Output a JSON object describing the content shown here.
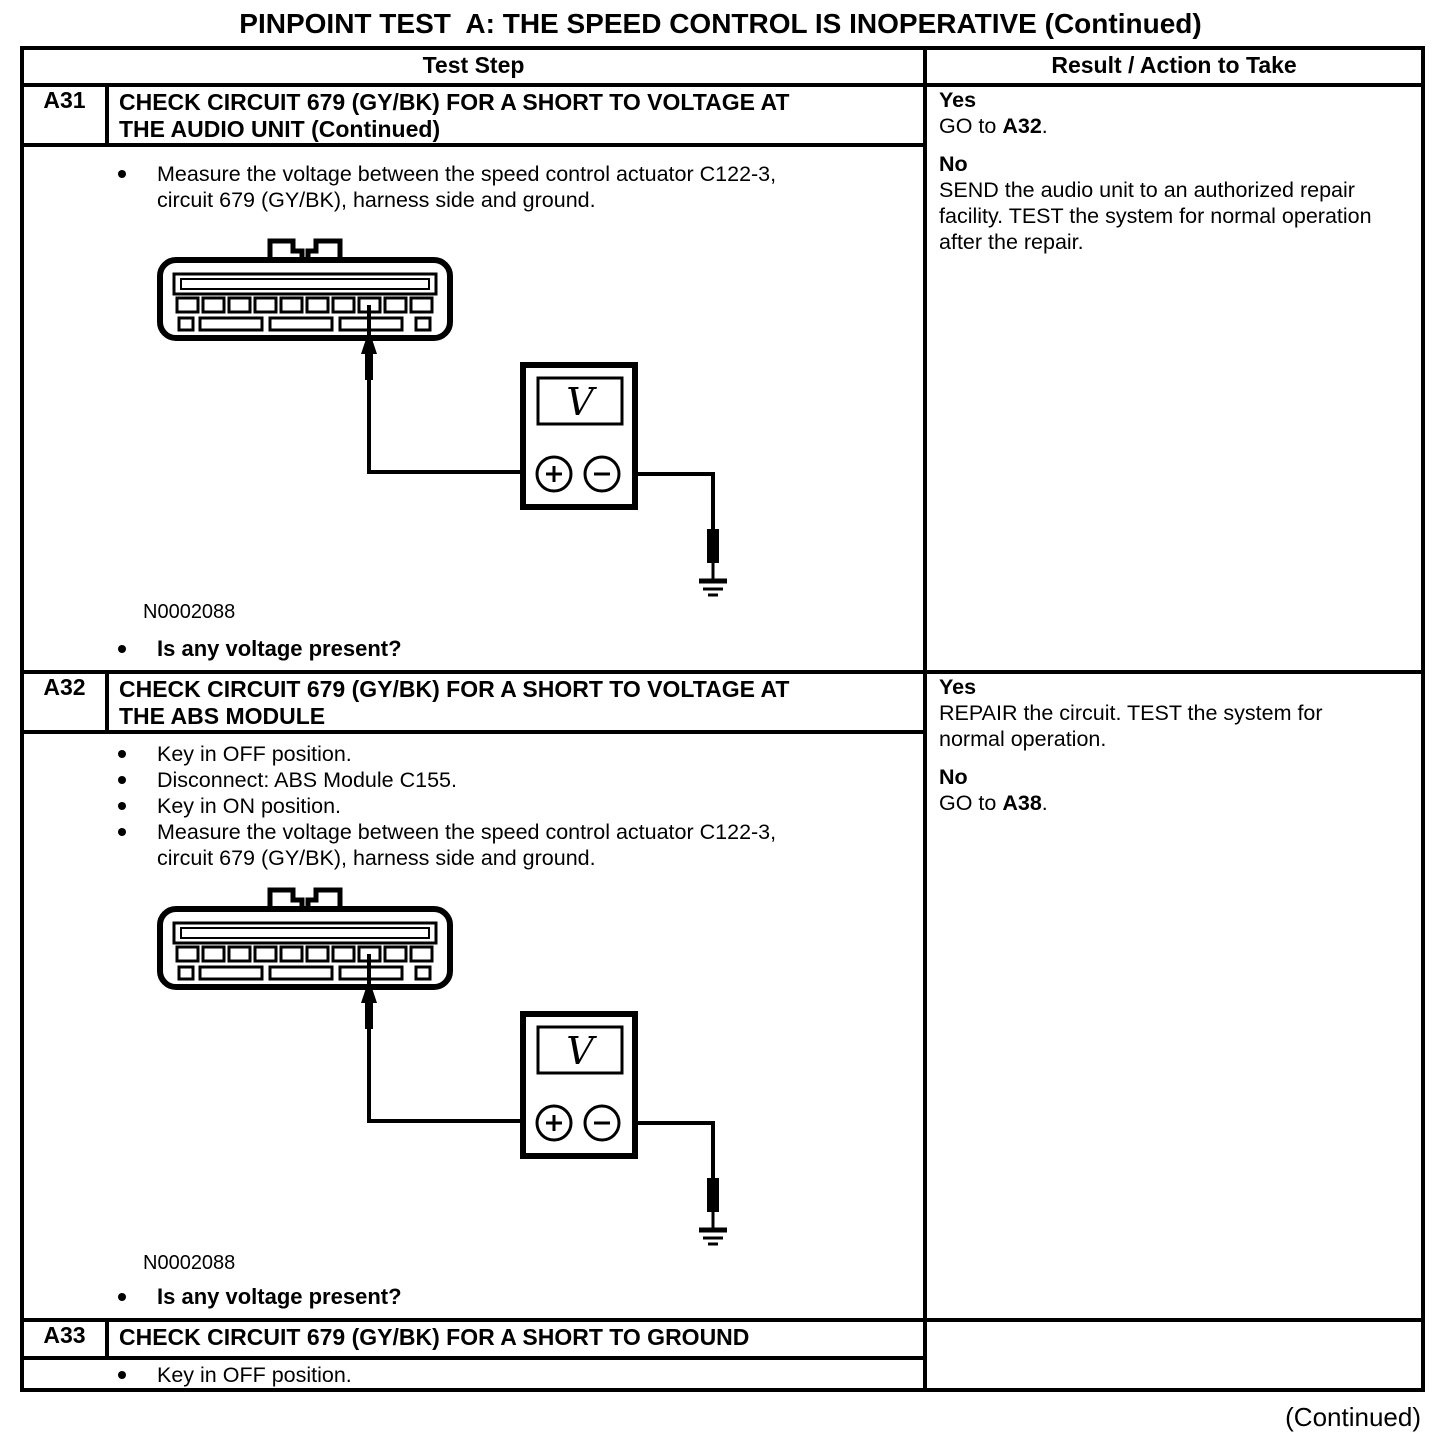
{
  "title": "PINPOINT TEST  A: THE SPEED CONTROL IS INOPERATIVE (Continued)",
  "table": {
    "col1_header": "Test Step",
    "col2_header": "Result / Action to Take"
  },
  "steps": [
    {
      "id": "A31",
      "title": "CHECK CIRCUIT 679 (GY/BK) FOR A SHORT TO VOLTAGE AT THE AUDIO UNIT (Continued)",
      "bullets": [
        "Measure the voltage between the speed control actuator C122-3, circuit 679 (GY/BK), harness side and ground."
      ],
      "figure_label": "N0002088",
      "question": "Is any voltage present?",
      "result": {
        "yes_label": "Yes",
        "yes_goto_prefix": "GO to ",
        "yes_goto_target": "A32",
        "yes_goto_suffix": ".",
        "no_label": "No",
        "no_text": "SEND the audio unit to an authorized repair facility. TEST the system for normal operation after the repair."
      }
    },
    {
      "id": "A32",
      "title": "CHECK CIRCUIT 679 (GY/BK) FOR A SHORT TO VOLTAGE AT THE ABS MODULE",
      "bullets": [
        "Key in OFF position.",
        "Disconnect: ABS Module C155.",
        "Key in ON position.",
        "Measure the voltage between the speed control actuator C122-3, circuit 679 (GY/BK), harness side and ground."
      ],
      "figure_label": "N0002088",
      "question": "Is any voltage present?",
      "result": {
        "yes_label": "Yes",
        "yes_text": "REPAIR the circuit. TEST the system for normal operation.",
        "no_label": "No",
        "no_goto_prefix": "GO to ",
        "no_goto_target": "A38",
        "no_goto_suffix": "."
      }
    },
    {
      "id": "A33",
      "title": "CHECK CIRCUIT 679 (GY/BK) FOR A SHORT TO GROUND",
      "bullets": [
        "Key in OFF position."
      ]
    }
  ],
  "diagram": {
    "meter_symbol": "V"
  },
  "footer": {
    "continued": "(Continued)"
  },
  "colors": {
    "ink": "#000000",
    "paper": "#ffffff"
  }
}
